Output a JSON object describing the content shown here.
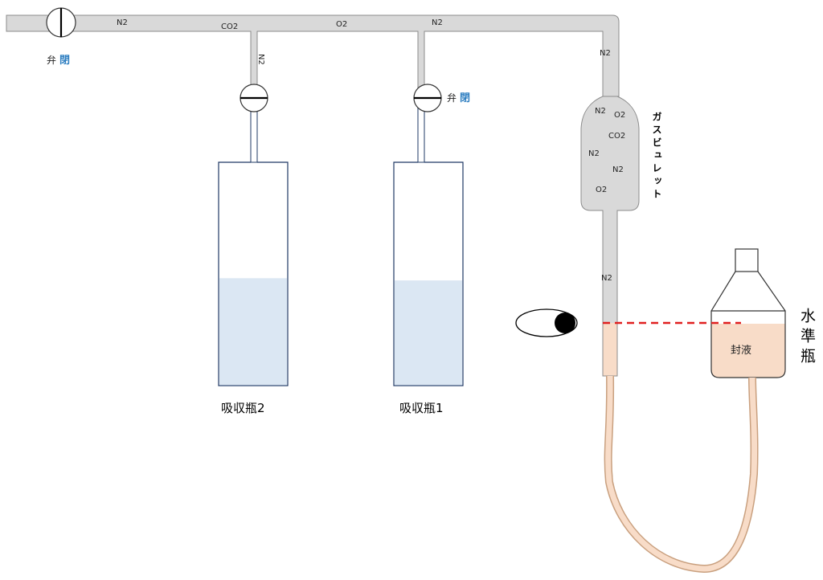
{
  "colors": {
    "pipe_fill": "#d9d9d9",
    "pipe_stroke": "#8c8c8c",
    "bottle_stroke": "#1f3864",
    "liquid_absorb": "#dbe7f3",
    "liquid_seal": "#f8dcc8",
    "tube_stroke": "#c9a07f",
    "level_line": "#e02020",
    "accent_closed": "#2f7fc1"
  },
  "main_pipe": {
    "labels": [
      "N2",
      "CO2",
      "O2",
      "N2"
    ]
  },
  "left_valve": {
    "word": "弁",
    "state": "閉"
  },
  "bottle2": {
    "pipe_label": "N2",
    "name": "吸収瓶2",
    "liquid_level": 0.48
  },
  "bottle1": {
    "name": "吸収瓶1",
    "valve_word": "弁",
    "valve_state": "閉",
    "liquid_level": 0.47
  },
  "burette": {
    "top_label": "N2",
    "bulb_gases": [
      "N2",
      "O2",
      "CO2",
      "N2",
      "N2",
      "O2"
    ],
    "name_vertical": "ガスビュレット",
    "stem_label": "N2"
  },
  "leveling_bottle": {
    "liquid_label": "封液",
    "name_vertical": "水準瓶"
  },
  "icons": {
    "eye": "eye-icon",
    "valve": "valve-icon"
  }
}
